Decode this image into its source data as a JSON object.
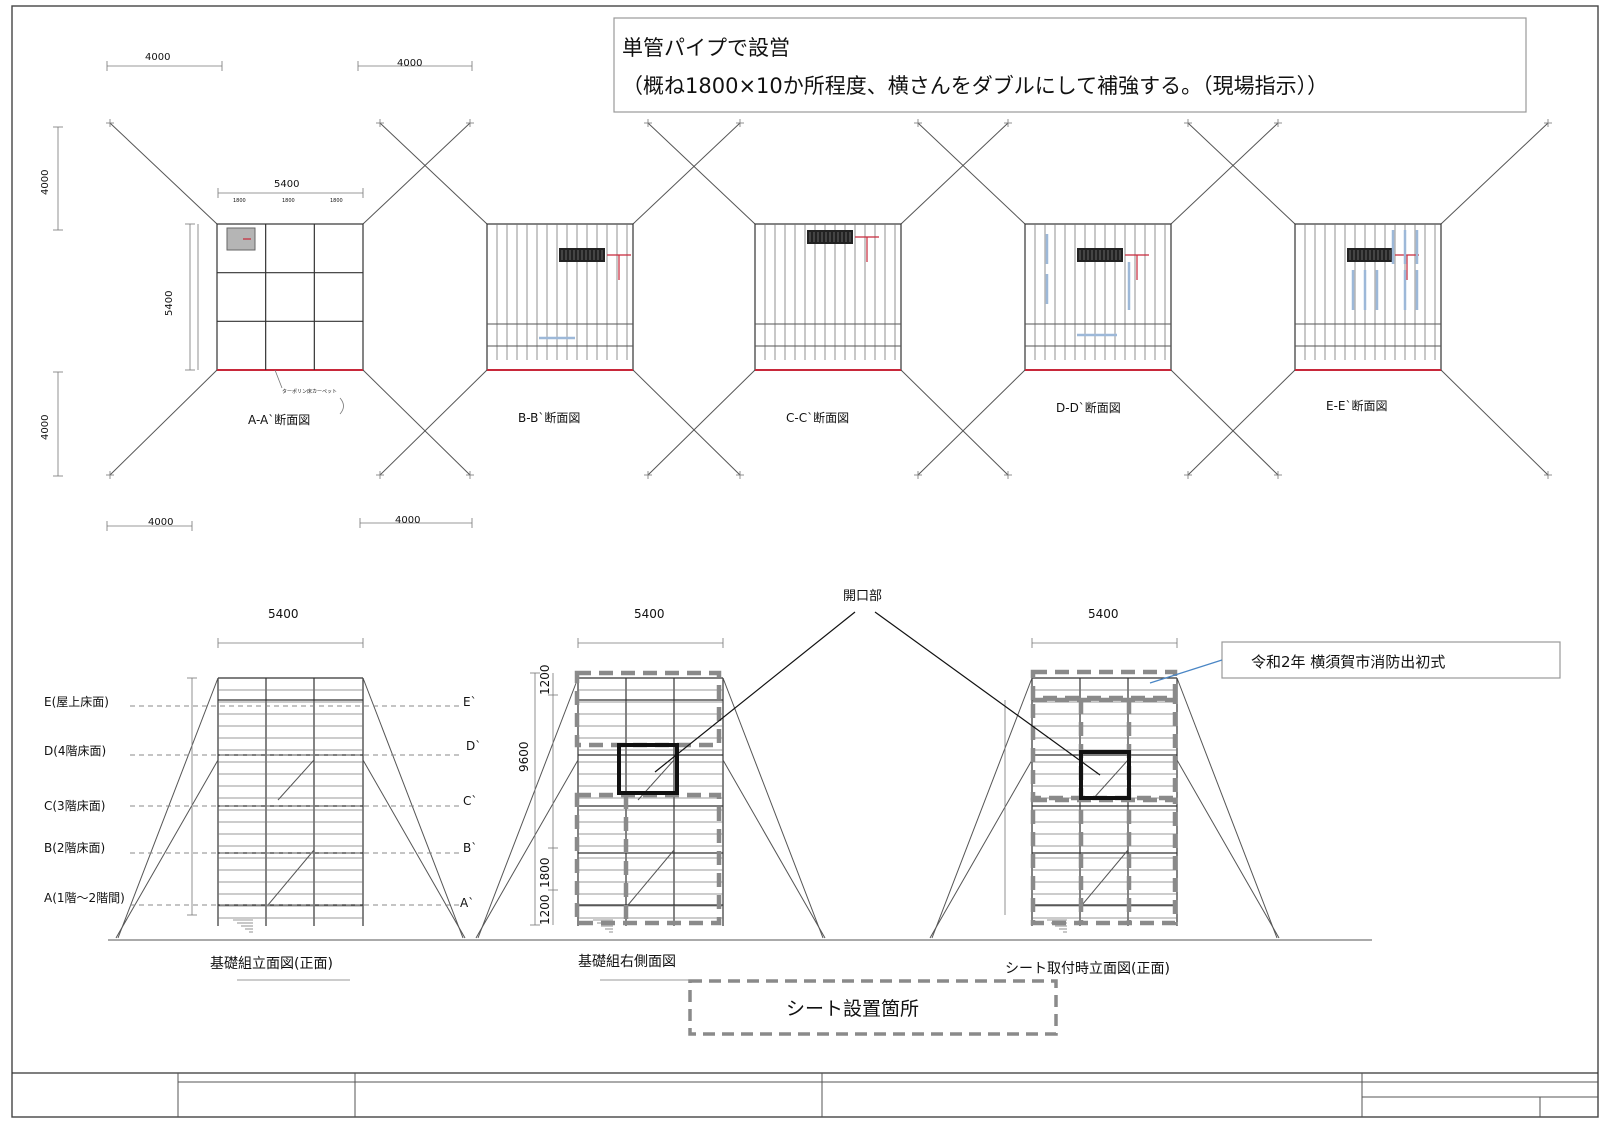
{
  "note": {
    "line1": "単管パイプで設営",
    "line2": "（概ね1800×10か所程度、横さんをダブルにして補強する。（現場指示））"
  },
  "dims": {
    "top_left": "4000",
    "top_right": "4000",
    "bottom_left": "4000",
    "bottom_right": "4000",
    "left_upper": "4000",
    "left_lower": "4000",
    "plan_width": "5400",
    "plan_height": "5400",
    "plan_sub": [
      "1800",
      "1800",
      "1800"
    ],
    "elev_width": "5400",
    "side_height": "9600",
    "side_segments": [
      "1200",
      "1800",
      "1200"
    ]
  },
  "plan_labels": [
    "A-A`断面図",
    "B-B`断面図",
    "C-C`断面図",
    "D-D`断面図",
    "E-E`断面図"
  ],
  "plan_note": "ターポリン床カーペット",
  "level_labels": [
    "E(屋上床面)",
    "D(4階床面)",
    "C(3階床面)",
    "B(2階床面)",
    "A(1階～2階間)"
  ],
  "level_marks": [
    "E`",
    "D`",
    "C`",
    "B`",
    "A`"
  ],
  "opening_label": "開口部",
  "callout_label": "令和2年  横須賀市消防出初式",
  "elev_labels": [
    "基礎組立面図(正面)",
    "基礎組右側面図",
    "シート取付時立面図(正面)"
  ],
  "legend_label": "シート設置箇所",
  "colors": {
    "red": "#c8283a",
    "blue": "#9db8d8",
    "gray": "#8a8a8a"
  }
}
